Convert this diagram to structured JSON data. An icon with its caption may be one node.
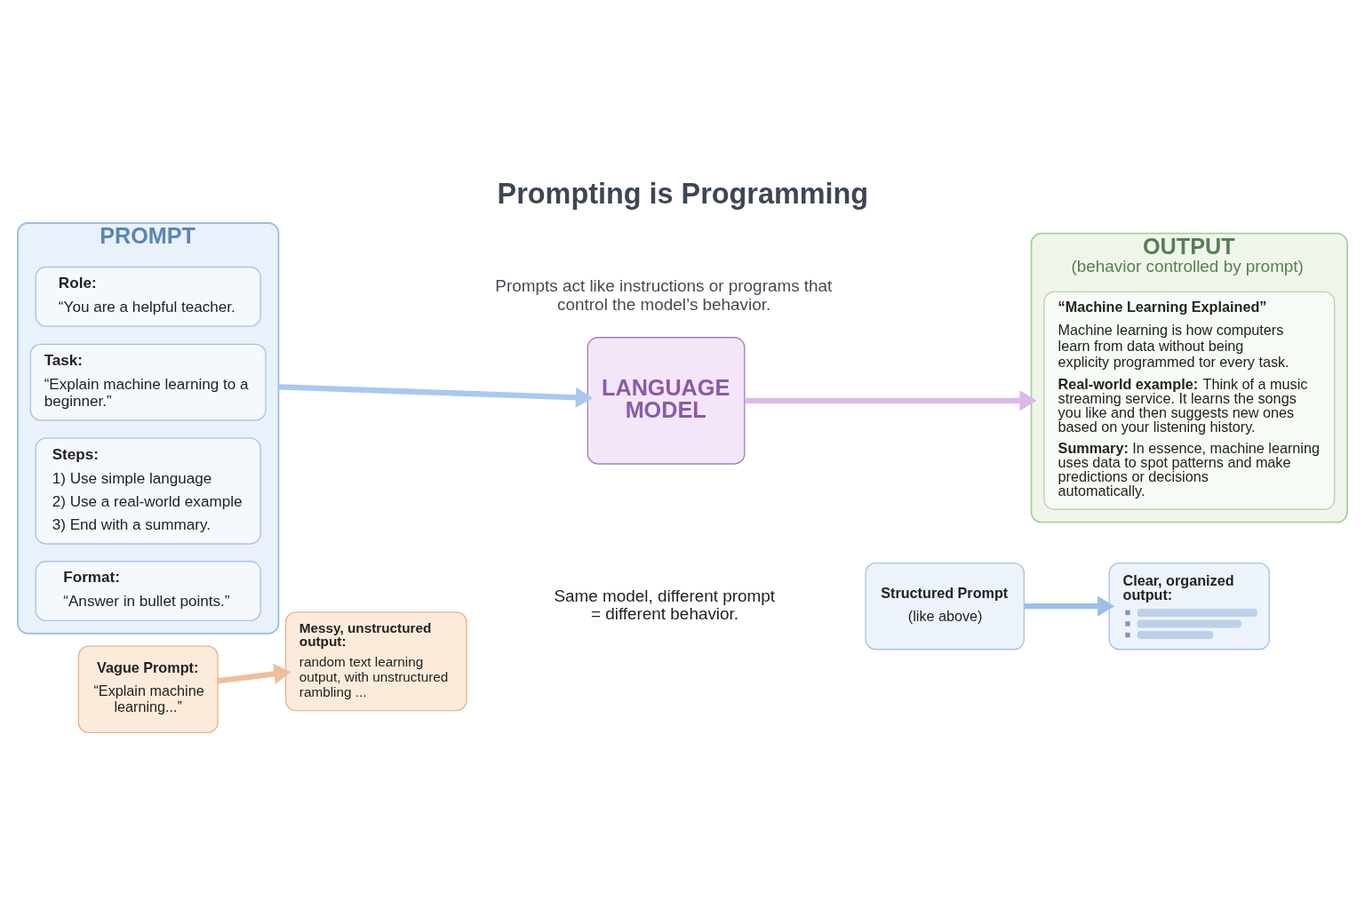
{
  "diagram": {
    "title": "Prompting is Programming",
    "nodes": [
      {
        "text": [
          "PROMPT"
        ]
      },
      {
        "text": [
          "Role:",
          "“You are a helpful teacher."
        ],
        "in": 0
      },
      {
        "text": [
          "Task:",
          "“Explain machine learning to a beginner.”"
        ],
        "in": 0
      },
      {
        "text": [
          "Steps:",
          "1) Use simple language",
          "2) Use a real-world example",
          "3) End with a summary."
        ],
        "in": 0
      },
      {
        "text": [
          "Format:",
          "“Answer in bullet points.”"
        ],
        "in": 0
      },
      {
        "text": [
          "LANGUAGE MODEL"
        ]
      },
      {
        "text": [
          "OUTPUT",
          "(behavior controlled by prompt)"
        ]
      },
      {
        "text": [
          "“Machine Learning Explained”",
          "Machine learning is how computers learn from data without being explicity programmed tor every task.",
          "**Real-world example:** Think of a music streaming service. It learns the songs you like and then suggests new ones based on your listening history.",
          "**Summary:** In essence, machine learning uses data to spot patterns and make predictions or decisions automatically."
        ],
        "in": 6
      },
      {
        "text": [
          "Vague Prompt:",
          "“Explain machine learning...”"
        ]
      },
      {
        "text": [
          "Messy, unstructured output:",
          "random text learning output, with unstructured rambling ..."
        ]
      },
      {
        "text": [
          "Structured Prompt",
          "(like above)"
        ]
      },
      {
        "text": [
          "Clear, organized output:"
        ]
      }
    ],
    "edges": [
      {
        "from": 0,
        "to": 5,
        "arrow": "to",
        "color": "#a9c8ee"
      },
      {
        "from": 5,
        "to": 6,
        "arrow": "to",
        "color": "#d9b8ea"
      },
      {
        "from": 8,
        "to": 9,
        "arrow": "to",
        "color": "#edbf9c"
      },
      {
        "from": 10,
        "to": 11,
        "arrow": "to",
        "color": "#9cc0ea"
      }
    ],
    "labels": [
      "Prompts act like instructions or programs that control the model’s behavior.",
      "Same model, different prompt = different behavior."
    ]
  }
}
